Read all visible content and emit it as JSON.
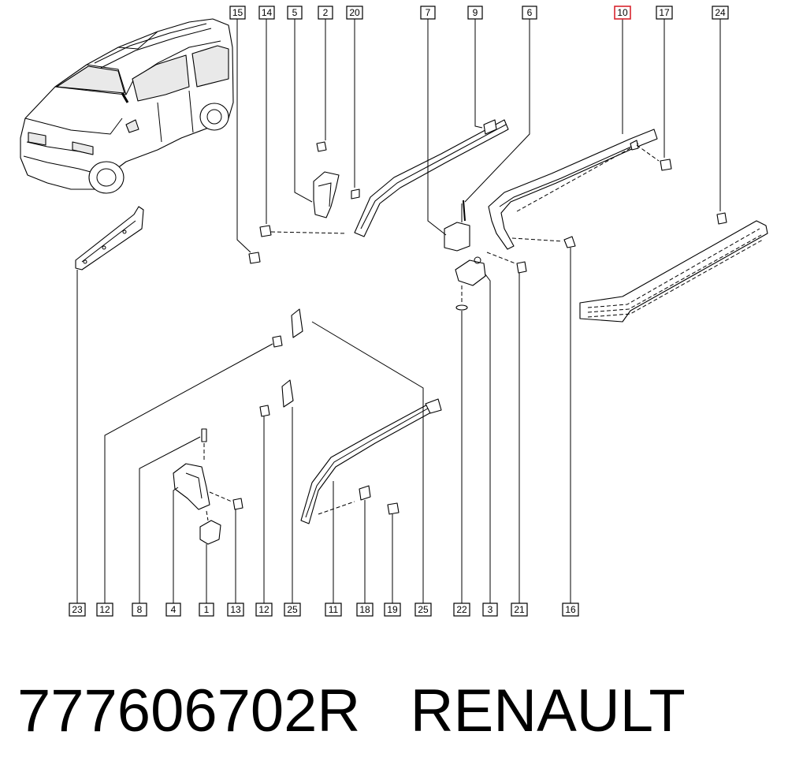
{
  "part_number": "777606702R",
  "brand": "RENAULT",
  "highlighted_callout": "10",
  "colors": {
    "line": "#000000",
    "highlight": "#d9252e",
    "background": "#ffffff"
  },
  "callouts_top": [
    "15",
    "14",
    "5",
    "2",
    "20",
    "7",
    "9",
    "6",
    "10",
    "17",
    "24"
  ],
  "callouts_bottom": [
    "23",
    "12",
    "8",
    "4",
    "1",
    "13",
    "12",
    "25",
    "11",
    "18",
    "19",
    "25",
    "22",
    "3",
    "21",
    "16"
  ]
}
